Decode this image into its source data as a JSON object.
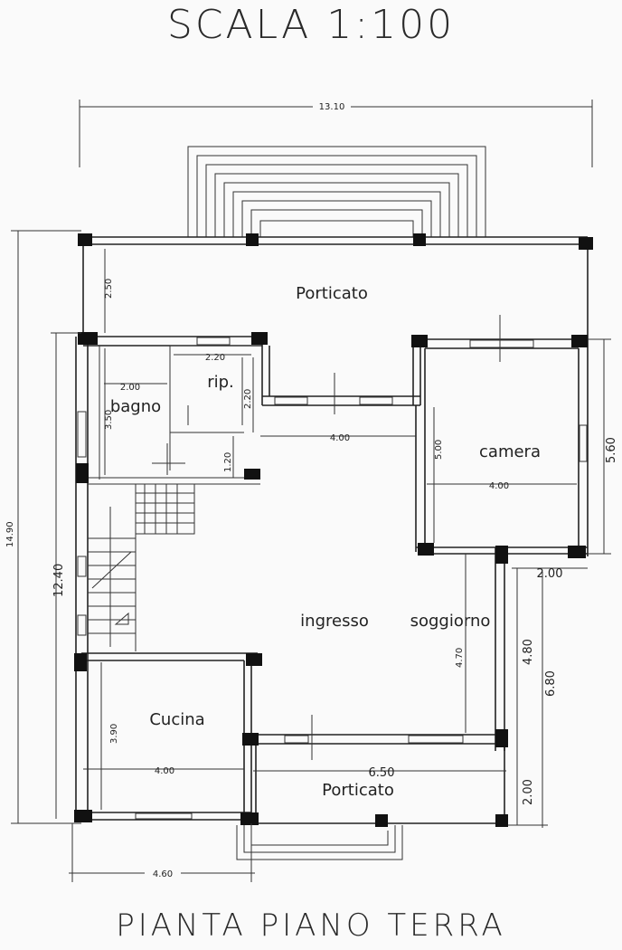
{
  "header": {
    "title": "SCALA 1:100"
  },
  "footer": {
    "subtitle": "PIANTA PIANO TERRA"
  },
  "rooms": {
    "porticato_top": "Porticato",
    "rip": "rip.",
    "bagno": "bagno",
    "camera": "camera",
    "ingresso": "ingresso",
    "soggiorno": "soggiorno",
    "cucina": "Cucina",
    "porticato_bottom": "Porticato"
  },
  "dimensions": {
    "overall_width": "13.10",
    "overall_height": "14.90",
    "inner_height": "12.40",
    "porch_depth": "2.50",
    "rip_width": "2.20",
    "rip_height": "2.20",
    "bagno_width": "2.00",
    "bagno_height": "3.50",
    "hall_width": "4.00",
    "step_1_20": "1.20",
    "camera_height": "5.00",
    "camera_width": "4.00",
    "right_depth": "5.60",
    "offset_2_00": "2.00",
    "soggiorno_depth": "4.70",
    "right_4_80": "4.80",
    "right_6_80": "6.80",
    "right_2_00": "2.00",
    "cucina_height": "3.90",
    "cucina_width": "4.00",
    "porch_bottom_width": "6.50",
    "bottom_width": "4.60"
  }
}
